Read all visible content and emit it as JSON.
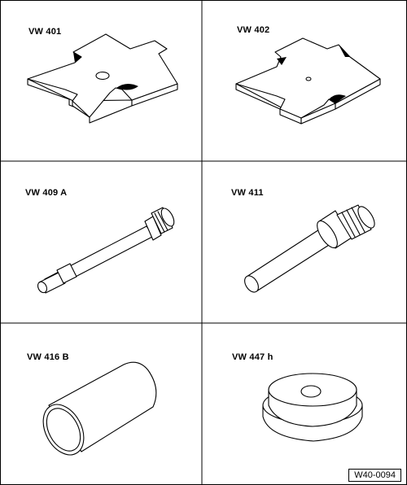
{
  "tools": [
    {
      "label": "VW 401"
    },
    {
      "label": "VW 402"
    },
    {
      "label": "VW 409 A"
    },
    {
      "label": "VW 411"
    },
    {
      "label": "VW 416 B"
    },
    {
      "label": "VW 447 h"
    }
  ],
  "figure_ref": "W40-0094"
}
